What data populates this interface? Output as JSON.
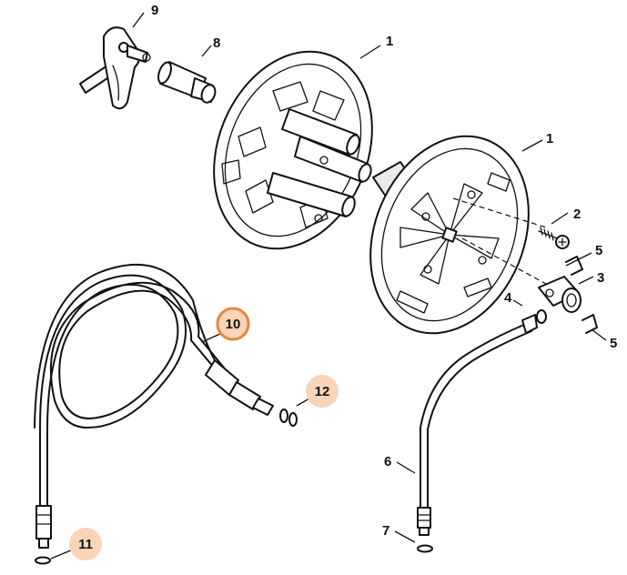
{
  "diagram": {
    "callouts": [
      {
        "id": "c1a",
        "label": "1"
      },
      {
        "id": "c1b",
        "label": "1"
      },
      {
        "id": "c2",
        "label": "2"
      },
      {
        "id": "c3",
        "label": "3"
      },
      {
        "id": "c4",
        "label": "4"
      },
      {
        "id": "c5a",
        "label": "5"
      },
      {
        "id": "c5b",
        "label": "5"
      },
      {
        "id": "c6",
        "label": "6"
      },
      {
        "id": "c7",
        "label": "7"
      },
      {
        "id": "c8",
        "label": "8"
      },
      {
        "id": "c9",
        "label": "9"
      },
      {
        "id": "c10",
        "label": "10",
        "style": "ring"
      },
      {
        "id": "c11",
        "label": "11",
        "style": "filled"
      },
      {
        "id": "c12",
        "label": "12",
        "style": "filled"
      }
    ],
    "colors": {
      "line": "#111111",
      "highlight_ring": "#e6873d",
      "highlight_fill": "#fad4b8",
      "background": "#ffffff"
    }
  }
}
